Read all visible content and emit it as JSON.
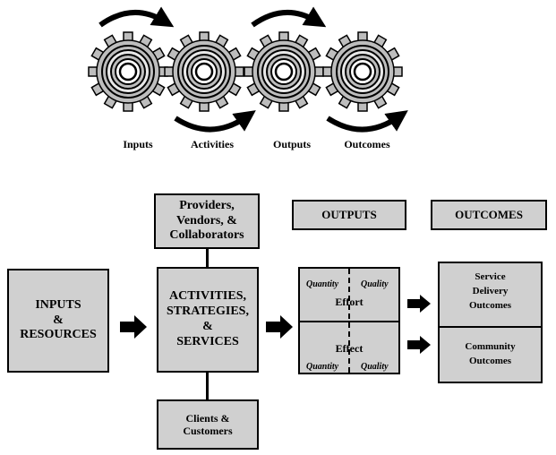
{
  "gears": {
    "labels": [
      "Inputs",
      "Activities",
      "Outputs",
      "Outcomes"
    ]
  },
  "boxes": {
    "providers": "Providers,\nVendors, &\nCollaborators",
    "outputs_header": "OUTPUTS",
    "outcomes_header": "OUTCOMES",
    "inputs": "INPUTS\n&\nRESOURCES",
    "activities": "ACTIVITIES,\nSTRATEGIES,\n&\nSERVICES",
    "clients": "Clients &\nCustomers",
    "effort": "Effort",
    "effect": "Effect",
    "quantity": "Quantity",
    "quality": "Quality",
    "service_delivery": "Service\nDelivery\nOutcomes",
    "community": "Community\nOutcomes"
  },
  "colors": {
    "box_fill": "#d0d0d0",
    "gear_fill": "#bdbdbd",
    "stroke": "#000000"
  },
  "icons": [
    "gear-icon",
    "rotation-arrow-icon",
    "right-arrow-icon"
  ]
}
